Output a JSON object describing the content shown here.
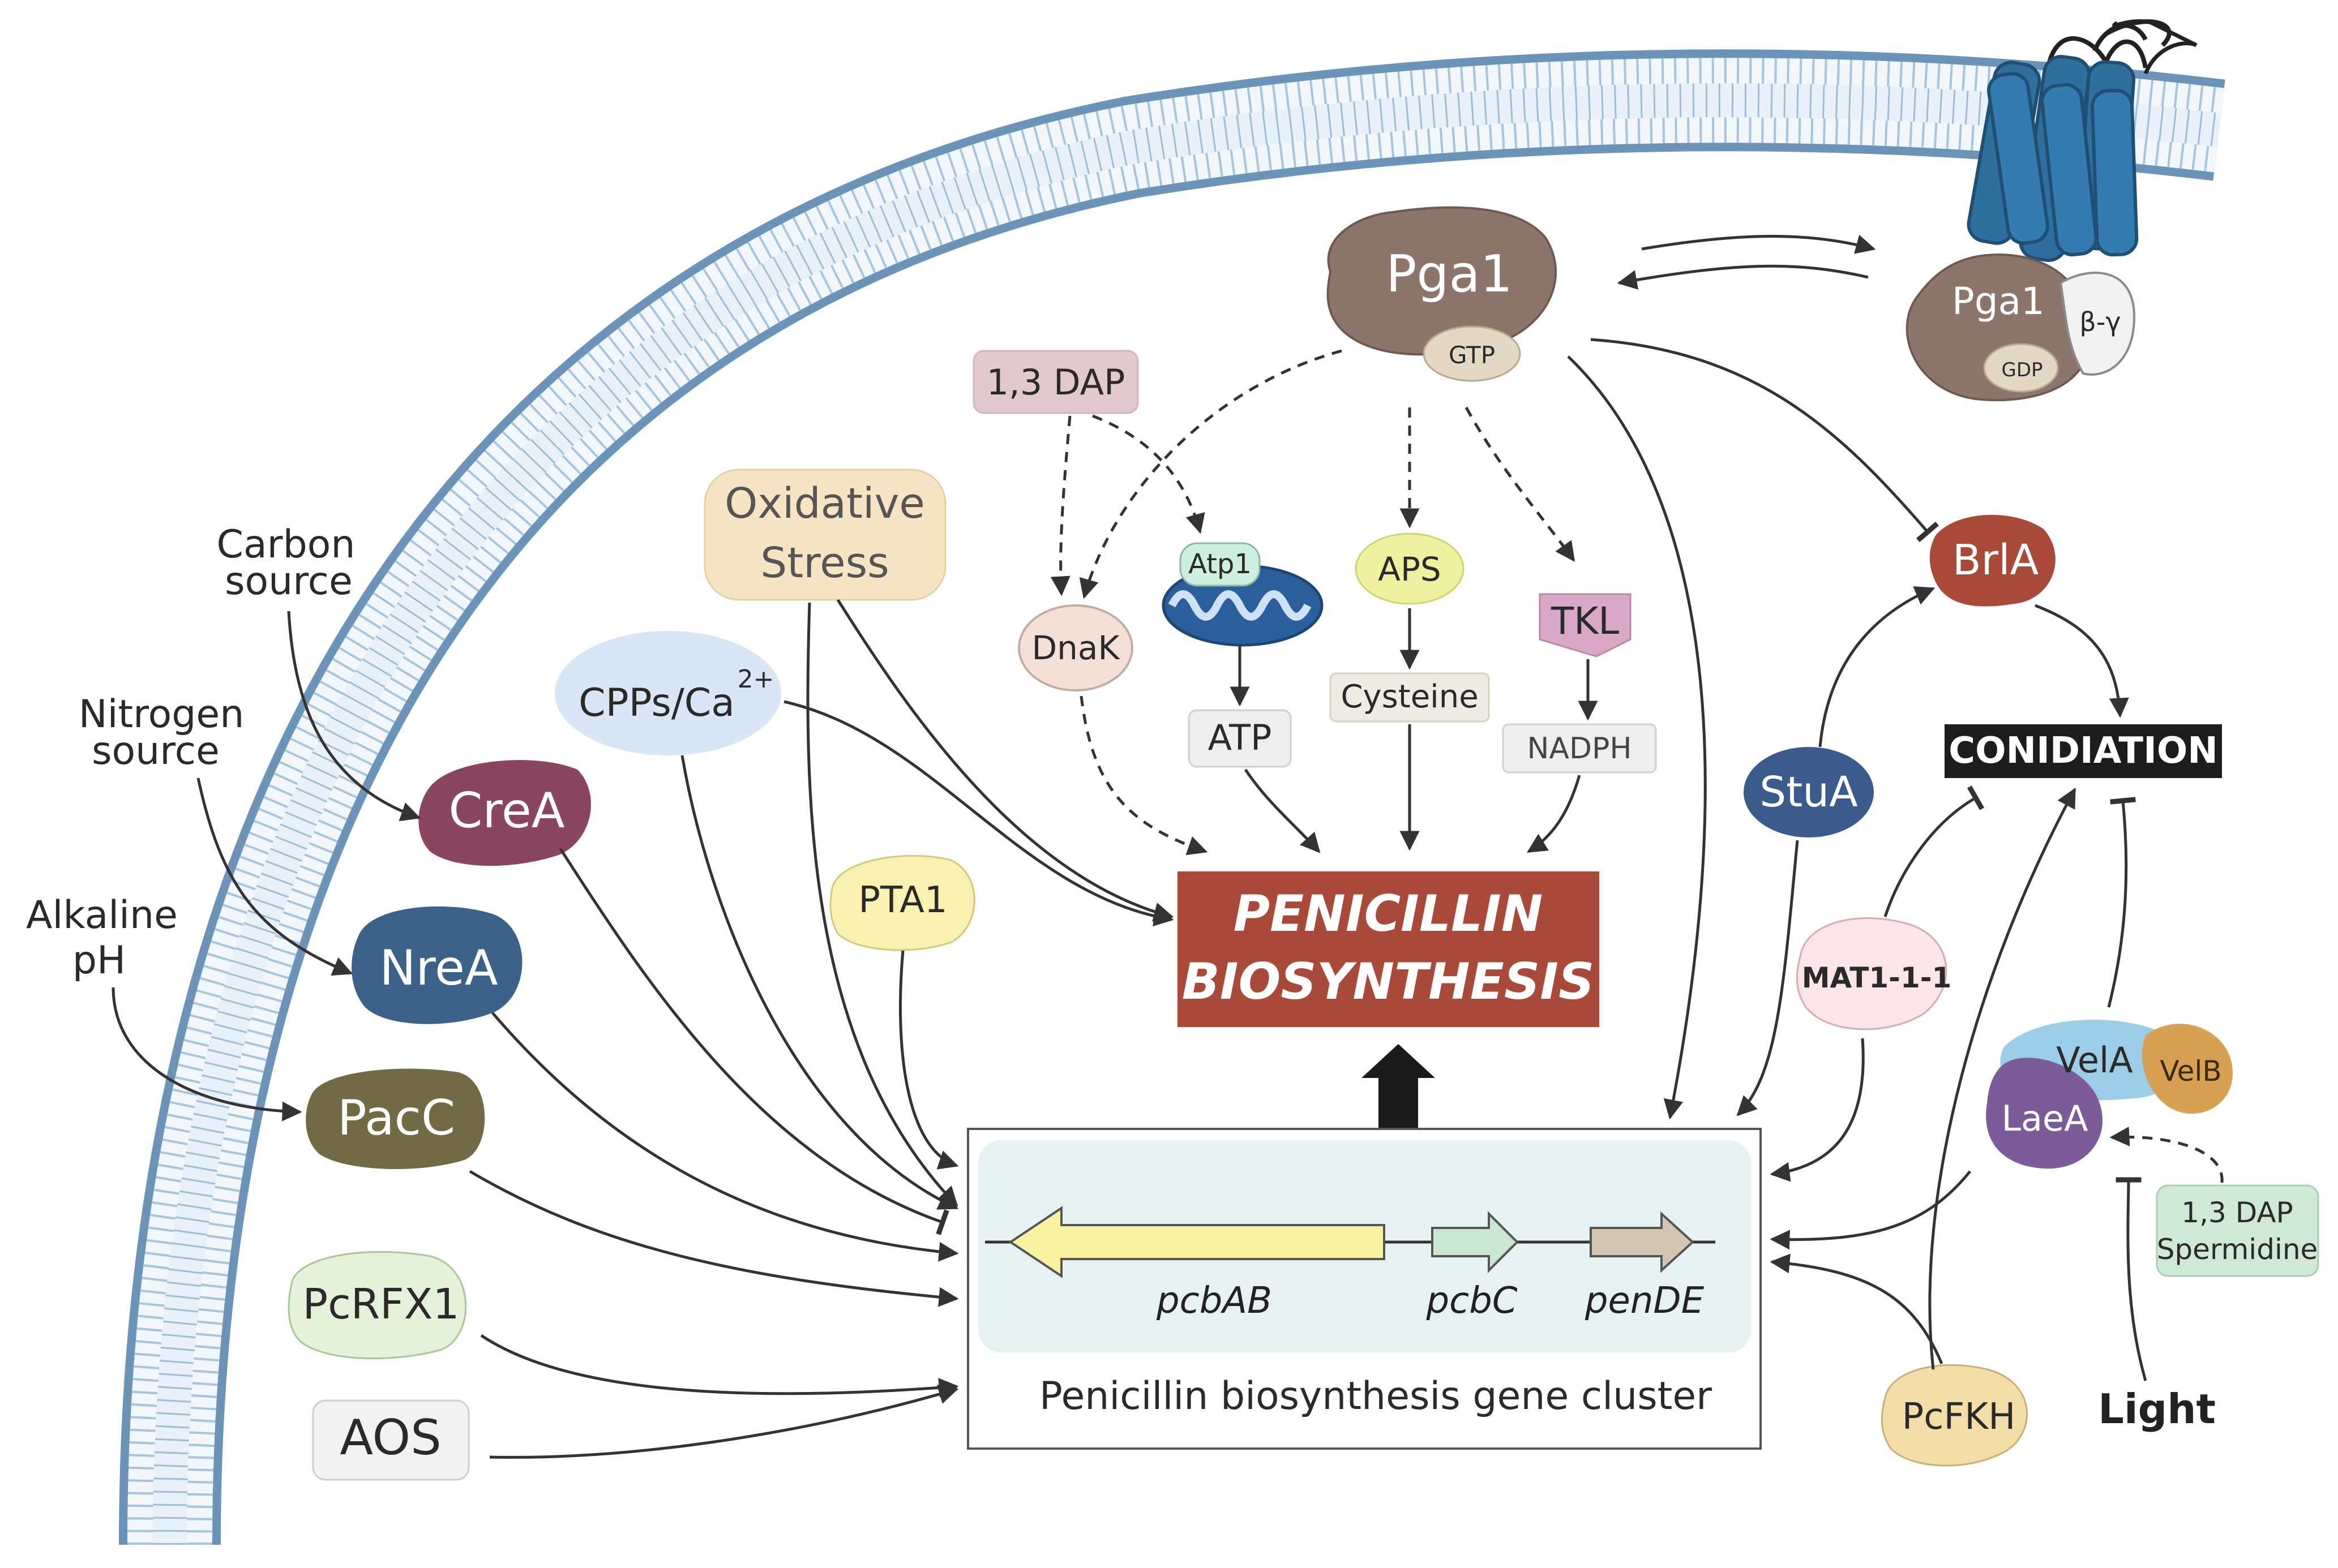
{
  "title": "",
  "colors": {
    "membrane": "#8fb4d6",
    "membrane_dark": "#6c93b8",
    "receptor": "#2e6f9e",
    "penicillin_box": "#a9493a",
    "conidiation_box": "#1c1c1c",
    "gene_cluster_bg": "#e6f1f1",
    "arrow": "#333333"
  },
  "nodes": {
    "pga1_main": "Pga1",
    "gtp": "GTP",
    "pga1_receptor": "Pga1",
    "beta_gamma": "β-γ",
    "gdp": "GDP",
    "dap_top": "1,3 DAP",
    "oxidative_stress_l1": "Oxidative",
    "oxidative_stress_l2": "Stress",
    "dnak": "DnaK",
    "atp1": "Atp1",
    "aps": "APS",
    "tkl": "TKL",
    "atp": "ATP",
    "cysteine": "Cysteine",
    "nadph": "NADPH",
    "brla": "BrlA",
    "conidiation": "CONIDIATION",
    "stua": "StuA",
    "carbon_source_l1": "Carbon",
    "carbon_source_l2": "source",
    "nitrogen_source_l1": "Nitrogen",
    "nitrogen_source_l2": "source",
    "alkaline_l1": "Alkaline",
    "alkaline_l2": "pH",
    "cpps_ca": "CPPs/Ca",
    "cpps_sup": "2+",
    "crea": "CreA",
    "nrea": "NreA",
    "pacc": "PacC",
    "pcrfx1": "PcRFX1",
    "aos": "AOS",
    "pta1": "PTA1",
    "mat": "MAT1-1-1",
    "vela": "VelA",
    "velb": "VelB",
    "laea": "LaeA",
    "dap_sperm_l1": "1,3 DAP",
    "dap_sperm_l2": "Spermidine",
    "light": "Light",
    "pcfkh": "PcFKH"
  },
  "penicillin_box": {
    "line1": "PENICILLIN",
    "line2": "BIOSYNTHESIS"
  },
  "gene_cluster": {
    "genes": [
      "pcbAB",
      "pcbC",
      "penDE"
    ],
    "caption": "Penicillin biosynthesis gene cluster"
  }
}
